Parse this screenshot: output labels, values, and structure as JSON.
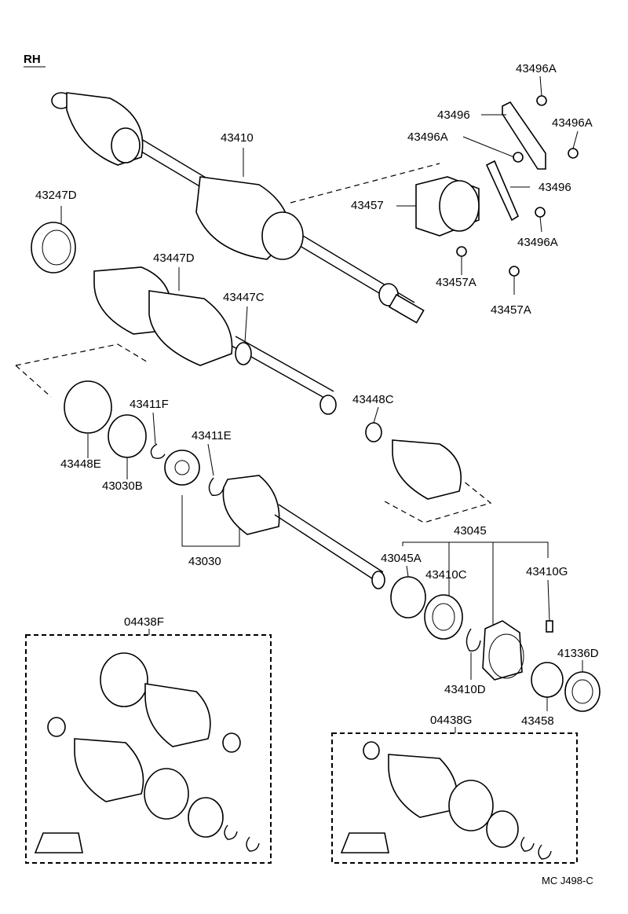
{
  "title_label": "RH",
  "footer_code": "MC J498-C",
  "part_labels": {
    "p43496A_top": "43496A",
    "p43496_top": "43496",
    "p43496A_right": "43496A",
    "p43496A_mid": "43496A",
    "p43410": "43410",
    "p43496_mid": "43496",
    "p43457": "43457",
    "p43496A_low": "43496A",
    "p43247D": "43247D",
    "p43457A_left": "43457A",
    "p43457A_right": "43457A",
    "p43447D": "43447D",
    "p43447C": "43447C",
    "p43411F": "43411F",
    "p43448C": "43448C",
    "p43411E": "43411E",
    "p43448E": "43448E",
    "p43030B": "43030B",
    "p43030": "43030",
    "p43045": "43045",
    "p43045A": "43045A",
    "p43410C": "43410C",
    "p43410G": "43410G",
    "p04438F": "04438F",
    "p41336D": "41336D",
    "p43410D": "43410D",
    "p43458": "43458",
    "p04438G": "04438G"
  }
}
